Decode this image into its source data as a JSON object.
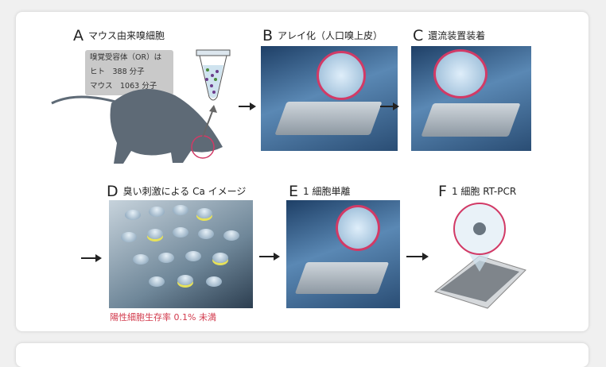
{
  "panels": {
    "a": {
      "letter": "A",
      "title": "マウス由来嗅細胞",
      "info": [
        "嗅覚受容体（OR）は",
        "ヒト　388 分子",
        "マウス　1063 分子"
      ]
    },
    "b": {
      "letter": "B",
      "title": "アレイ化（人口嗅上皮）"
    },
    "c": {
      "letter": "C",
      "title": "還流装置装着"
    },
    "d": {
      "letter": "D",
      "title": "臭い刺激による Ca イメージ",
      "caption": "陽性細胞生存率 0.1% 未満"
    },
    "e": {
      "letter": "E",
      "title": "1 細胞単離"
    },
    "f": {
      "letter": "F",
      "title": "1 細胞 RT-PCR"
    }
  },
  "colors": {
    "accent": "#d23a66",
    "caption": "#d23a4c"
  }
}
